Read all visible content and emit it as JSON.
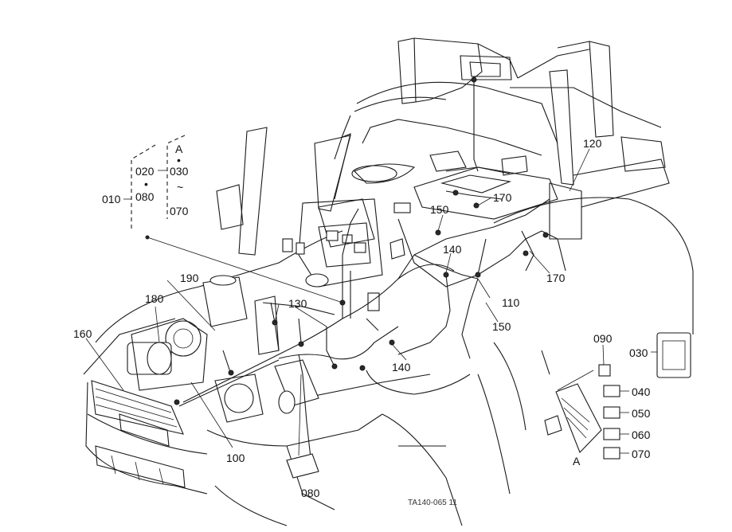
{
  "callouts": {
    "c010": "010",
    "c020": "020",
    "c080a": "080",
    "cA1": "A",
    "c030a": "030",
    "c070a": "070",
    "c190": "190",
    "c180": "180",
    "c160": "160",
    "c130": "130",
    "c100": "100",
    "c080b": "080",
    "c150a": "150",
    "c140a": "140",
    "c170a": "170",
    "c120": "120",
    "c170b": "170",
    "c110": "110",
    "c150b": "150",
    "c140b": "140",
    "c090": "090",
    "c030b": "030",
    "c040": "040",
    "c050": "050",
    "c060": "060",
    "c070b": "070",
    "cA2": "A"
  },
  "footer_code": "TA140-065 11"
}
